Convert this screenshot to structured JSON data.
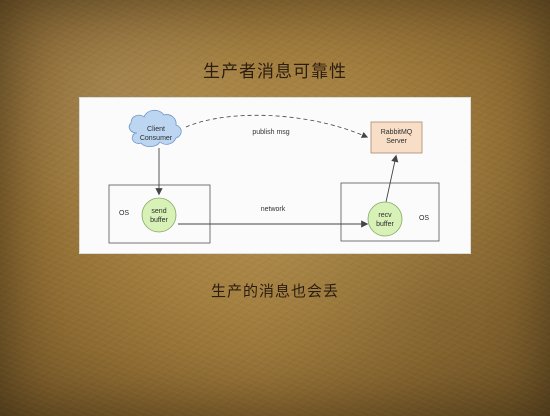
{
  "slide": {
    "title": "生产者消息可靠性",
    "subtitle": "生产的消息也会丢"
  },
  "diagram": {
    "client": {
      "line1": "Client",
      "line2": "Consumer"
    },
    "server": {
      "line1": "RabbitMQ",
      "line2": "Server"
    },
    "left_os": "OS",
    "right_os": "OS",
    "send_buffer": {
      "line1": "send",
      "line2": "buffer"
    },
    "recv_buffer": {
      "line1": "recv",
      "line2": "buffer"
    },
    "publish_label": "publish msg",
    "network_label": "network",
    "colors": {
      "cloud_fill": "#bcd6f1",
      "cloud_stroke": "#6f95c7",
      "server_fill": "#f8dec7",
      "server_stroke": "#a7896d",
      "buffer_fill": "#d8f1b6",
      "buffer_stroke": "#83a865",
      "edge": "#444444"
    }
  }
}
